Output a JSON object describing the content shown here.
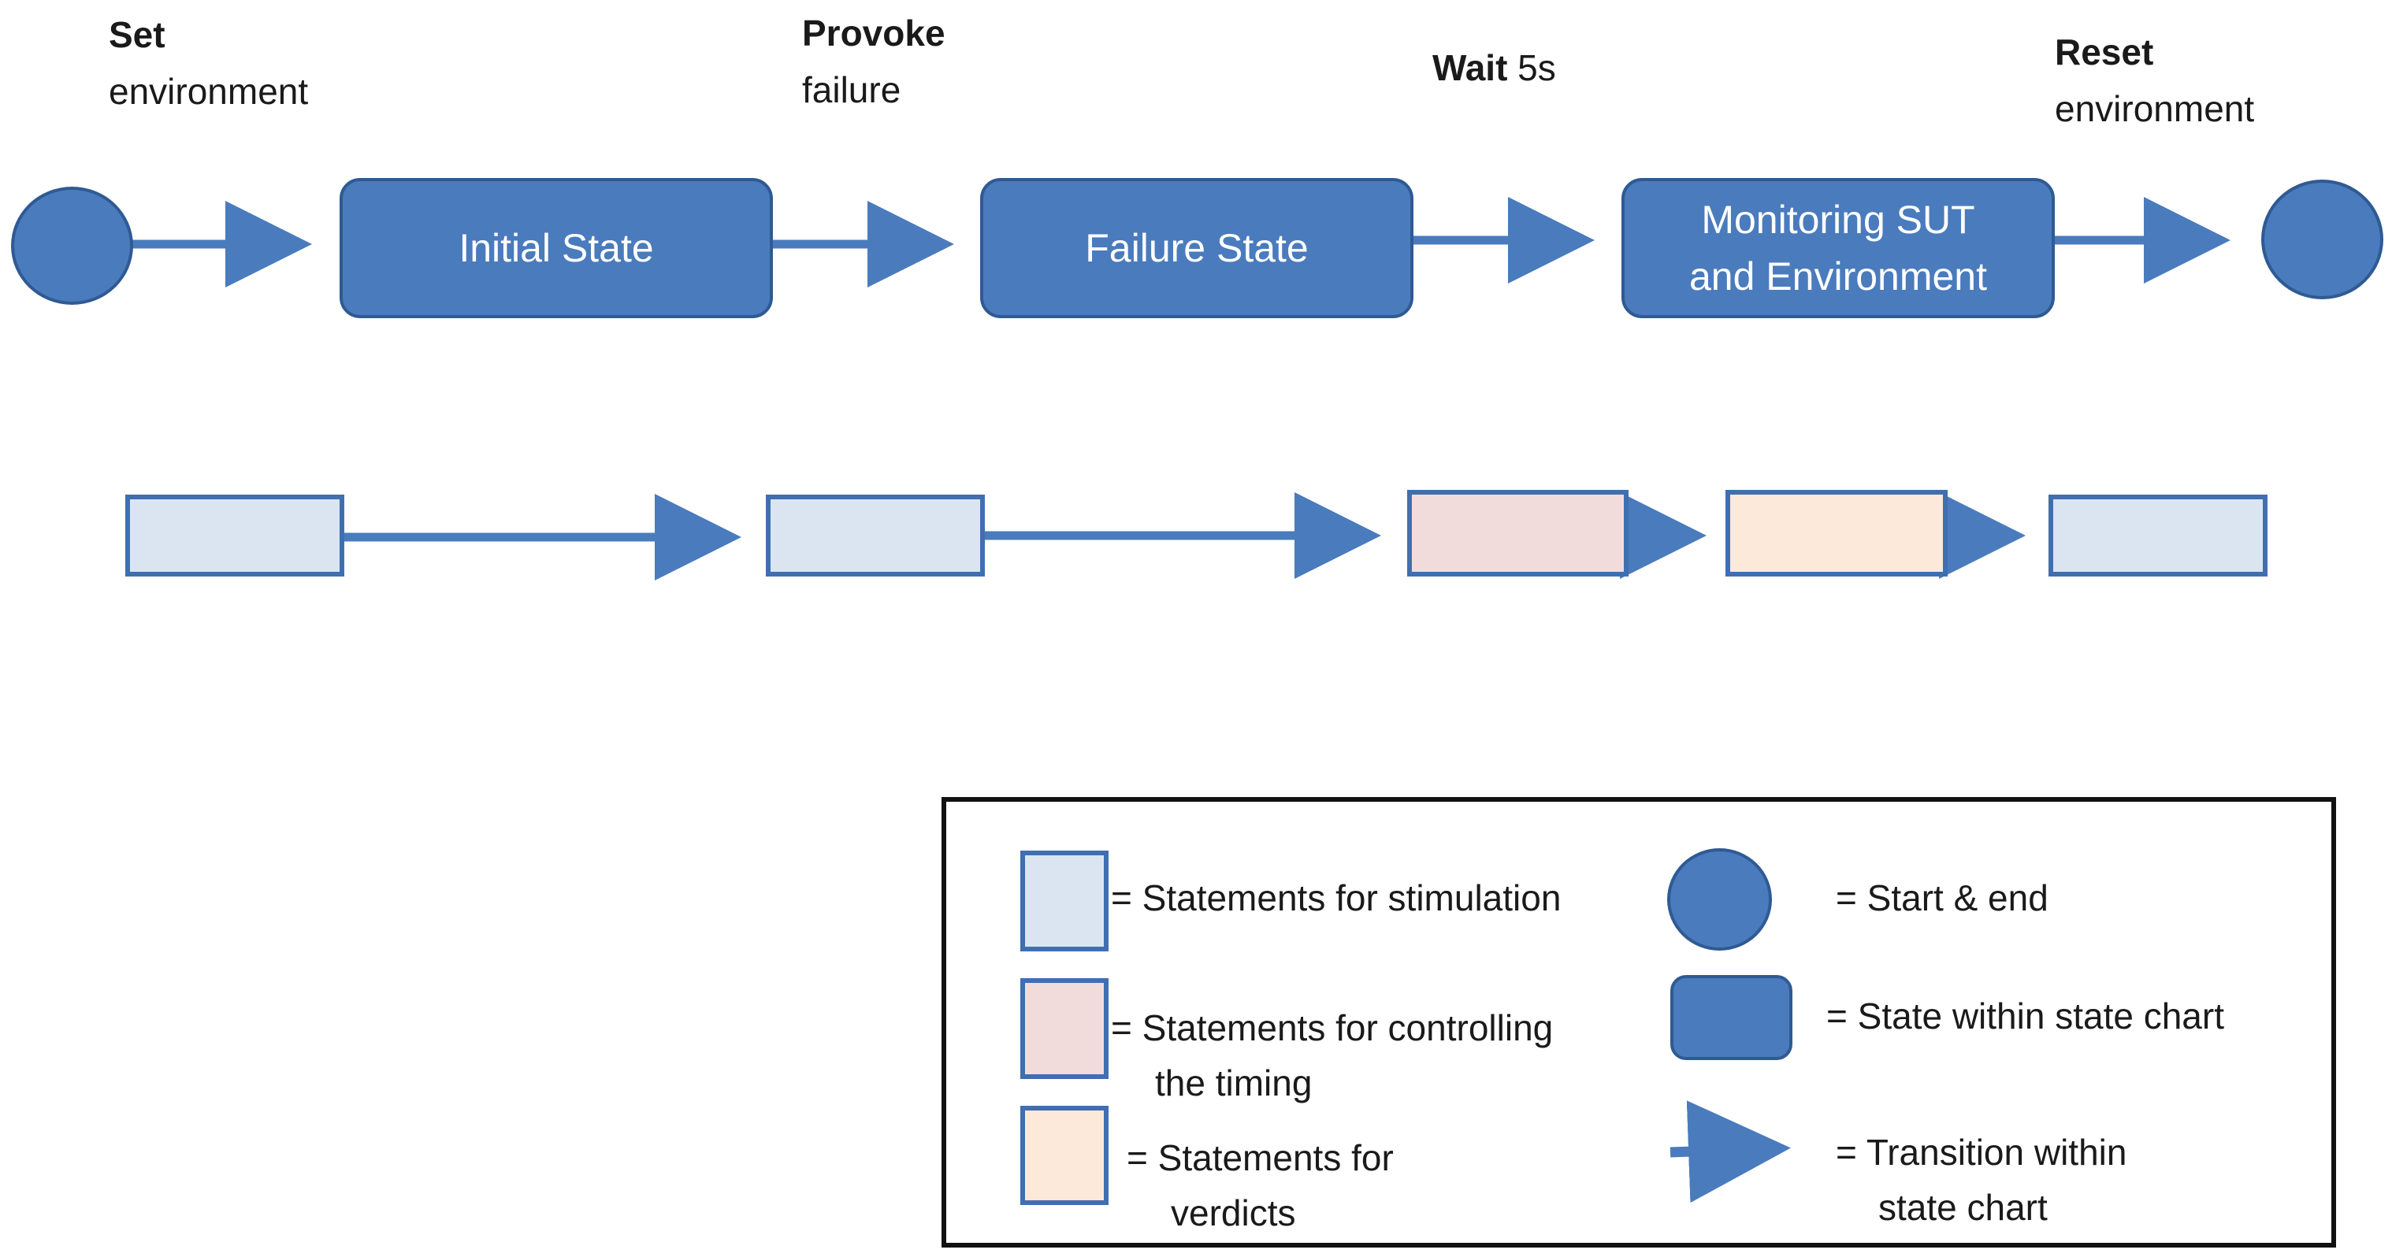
{
  "transitions": [
    {
      "bold": "Set",
      "rest": "environment"
    },
    {
      "bold": "Provoke",
      "rest": "failure"
    },
    {
      "bold": "Wait",
      "rest": " 5s"
    },
    {
      "bold": "Reset",
      "rest": "environment"
    }
  ],
  "states": [
    {
      "label": "Initial State"
    },
    {
      "label": "Failure State"
    },
    {
      "label": "Monitoring SUT and Environment"
    }
  ],
  "statement_boxes": [
    "stimulation",
    "stimulation",
    "timing",
    "verdicts",
    "stimulation"
  ],
  "legend": {
    "stimulation": "= Statements for stimulation",
    "timing_line1": "= Statements for controlling",
    "timing_line2": "the timing",
    "verdicts_line1": "= Statements for",
    "verdicts_line2": "verdicts",
    "start_end": "= Start & end",
    "state": "= State within state chart",
    "transition_line1": "= Transition  within",
    "transition_line2": "state chart"
  },
  "colors": {
    "state_fill": "#4a7bbd",
    "state_border": "#2f5a93",
    "arrow": "#4a7bbd",
    "stimulation": "#dbe5f1",
    "timing": "#f2dcdb",
    "verdicts": "#fde9d9"
  }
}
